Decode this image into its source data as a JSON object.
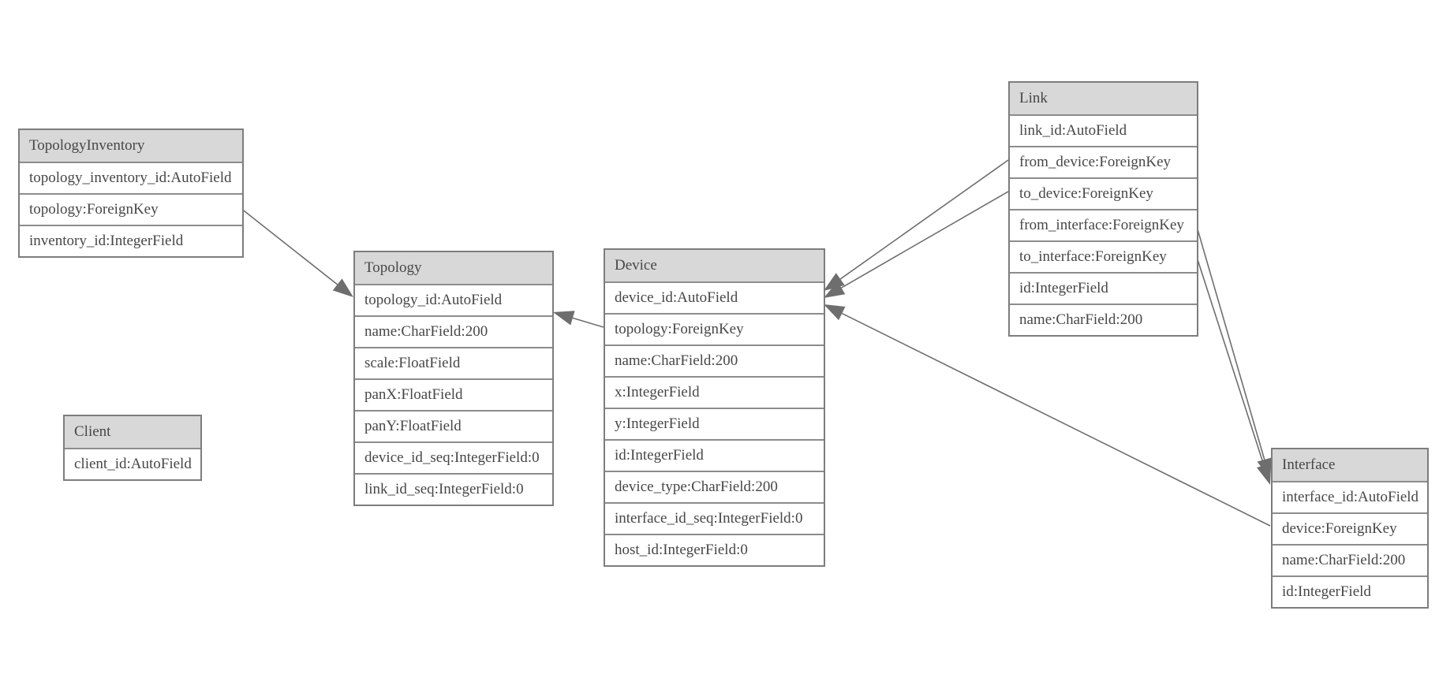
{
  "entities": [
    {
      "id": "topology_inventory",
      "name": "TopologyInventory",
      "fields": [
        "topology_inventory_id:AutoField",
        "topology:ForeignKey",
        "inventory_id:IntegerField"
      ]
    },
    {
      "id": "topology",
      "name": "Topology",
      "fields": [
        "topology_id:AutoField",
        "name:CharField:200",
        "scale:FloatField",
        "panX:FloatField",
        "panY:FloatField",
        "device_id_seq:IntegerField:0",
        "link_id_seq:IntegerField:0"
      ]
    },
    {
      "id": "client",
      "name": "Client",
      "fields": [
        "client_id:AutoField"
      ]
    },
    {
      "id": "device",
      "name": "Device",
      "fields": [
        "device_id:AutoField",
        "topology:ForeignKey",
        "name:CharField:200",
        "x:IntegerField",
        "y:IntegerField",
        "id:IntegerField",
        "device_type:CharField:200",
        "interface_id_seq:IntegerField:0",
        "host_id:IntegerField:0"
      ]
    },
    {
      "id": "link",
      "name": "Link",
      "fields": [
        "link_id:AutoField",
        "from_device:ForeignKey",
        "to_device:ForeignKey",
        "from_interface:ForeignKey",
        "to_interface:ForeignKey",
        "id:IntegerField",
        "name:CharField:200"
      ]
    },
    {
      "id": "interface",
      "name": "Interface",
      "fields": [
        "interface_id:AutoField",
        "device:ForeignKey",
        "name:CharField:200",
        "id:IntegerField"
      ]
    }
  ],
  "relationships": [
    {
      "from": "TopologyInventory.topology",
      "to": "Topology.topology_id"
    },
    {
      "from": "Device.topology",
      "to": "Topology.topology_id"
    },
    {
      "from": "Link.from_device",
      "to": "Device.device_id"
    },
    {
      "from": "Link.to_device",
      "to": "Device.device_id"
    },
    {
      "from": "Interface.device",
      "to": "Device.device_id"
    },
    {
      "from": "Link.from_interface",
      "to": "Interface.interface_id"
    },
    {
      "from": "Link.to_interface",
      "to": "Interface.interface_id"
    }
  ],
  "colors": {
    "header_fill": "#d8d8d8",
    "box_border": "#7d7d7d",
    "row_separator": "#8c8c8c",
    "text": "#474747",
    "edge": "#6e6e6e",
    "background": "#ffffff"
  }
}
